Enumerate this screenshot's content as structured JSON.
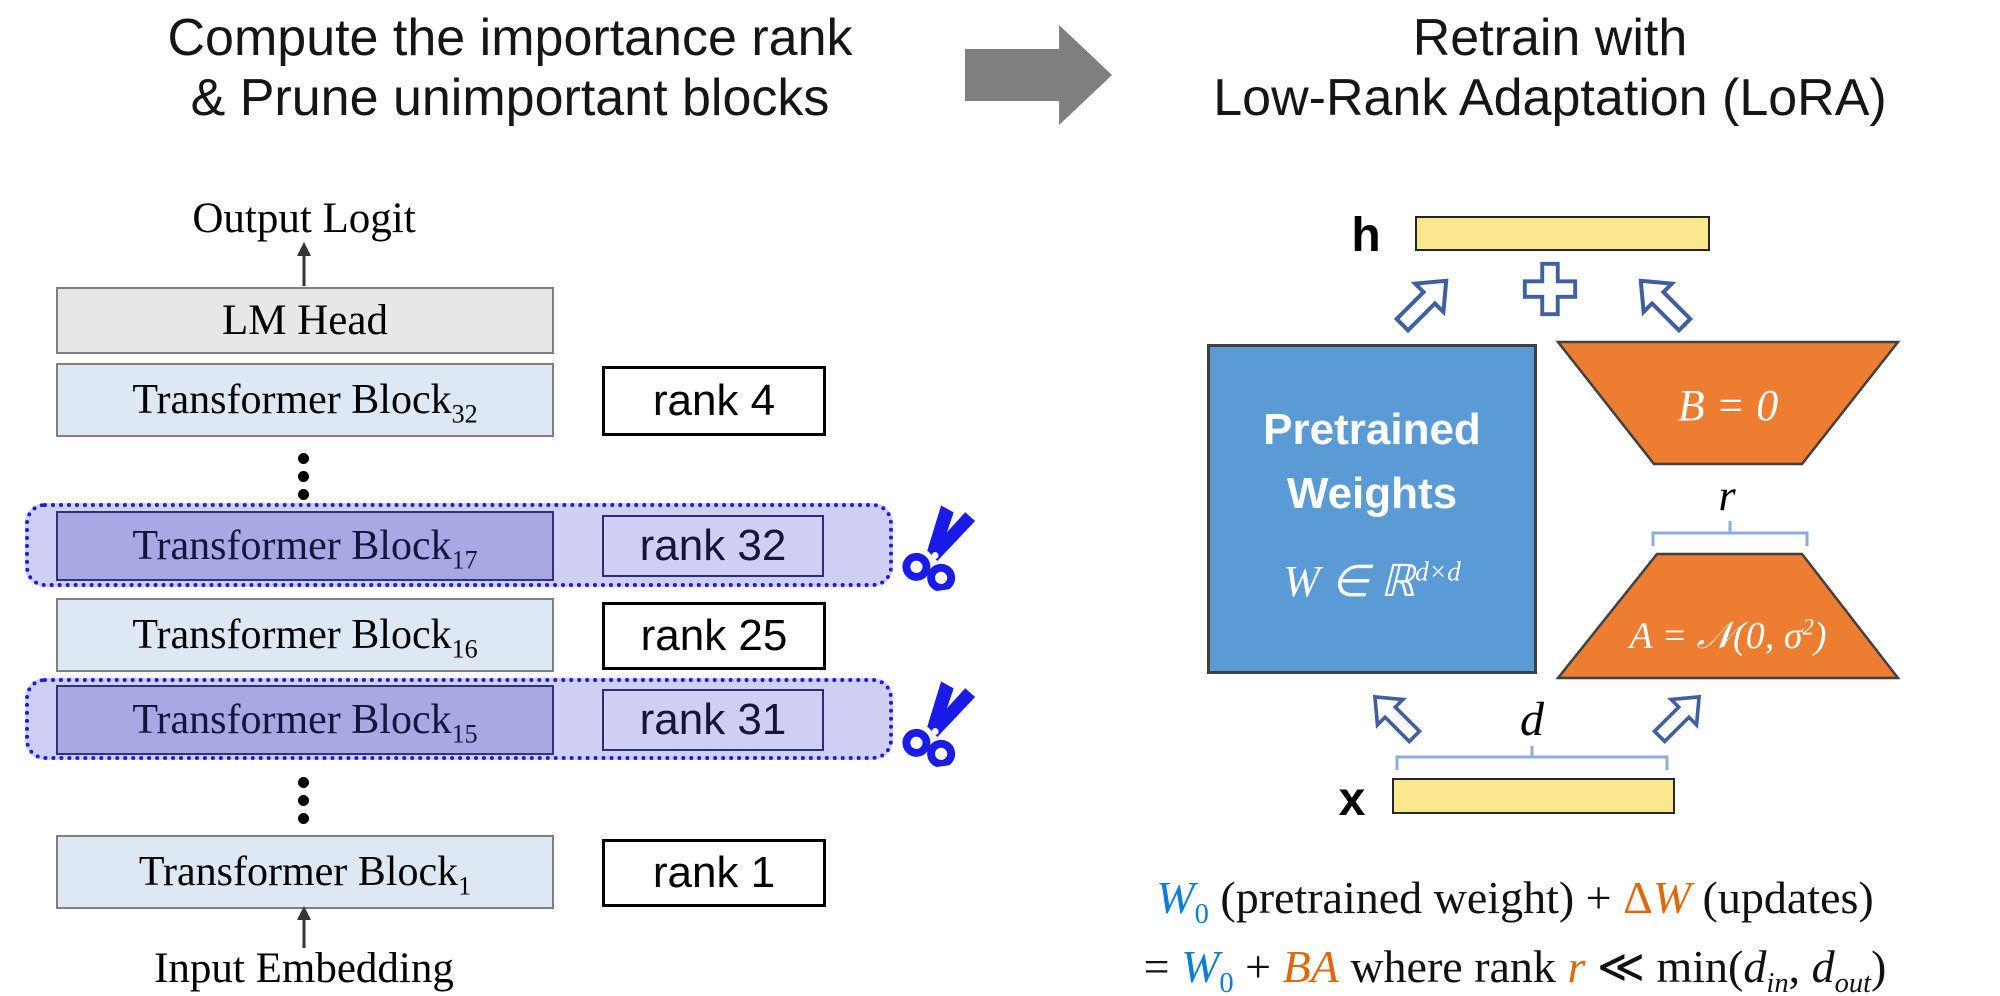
{
  "left_panel": {
    "title": {
      "line1": "Compute the importance rank",
      "line2": "& Prune unimportant blocks"
    },
    "stack": {
      "output_label": "Output Logit",
      "lm_head": "LM Head",
      "rows": [
        {
          "block": "Transformer Block",
          "block_sub": "32",
          "rank": "rank 4",
          "pruned": false
        },
        {
          "block": "Transformer Block",
          "block_sub": "17",
          "rank": "rank 32",
          "pruned": true
        },
        {
          "block": "Transformer Block",
          "block_sub": "16",
          "rank": "rank 25",
          "pruned": false
        },
        {
          "block": "Transformer Block",
          "block_sub": "15",
          "rank": "rank 31",
          "pruned": true
        },
        {
          "block": "Transformer Block",
          "block_sub": "1",
          "rank": "rank 1",
          "pruned": false
        }
      ],
      "input_label": "Input Embedding",
      "scissors_icon": "scissors",
      "ellipsis_icon": "vertical-ellipsis"
    }
  },
  "center_arrow_icon": "right-block-arrow",
  "right_panel": {
    "title": {
      "line1": "Retrain with",
      "line2": "Low-Rank Adaptation (LoRA)"
    },
    "lora": {
      "h_label": "h",
      "x_label": "x",
      "plus_icon": "plus-outline",
      "pretrained": {
        "line1": "Pretrained",
        "line2": "Weights"
      },
      "w_formula": {
        "main": "W ∈ ℝ",
        "sup": "d×d"
      },
      "b_trapezoid_label": "B = 0",
      "a_trapezoid": {
        "pre": "A = ",
        "script_n": "𝒩",
        "mid": "(0, σ",
        "sup": "2",
        "post": ")"
      },
      "r_label": "r",
      "d_label": "d"
    },
    "equation": {
      "line1": {
        "w": "W",
        "w_sub": "0",
        "mid": " (pretrained weight) + ",
        "delta": "Δ",
        "delta_w": "W",
        "end": " (updates)"
      },
      "line2": {
        "eq": "= ",
        "w": "W",
        "w_sub": "0",
        "plus": " + ",
        "ba": "BA",
        "where": " where rank ",
        "r": "r",
        "ll": " ≪ min(",
        "d1": "d",
        "d1_sub": "in",
        "comma": ", ",
        "d2": "d",
        "d2_sub": "out",
        "close": ")"
      }
    }
  },
  "colors": {
    "prune_highlight_blue": "#1b1be8",
    "pruned_block_fill": "#a8a8e4",
    "prune_group_fill": "#cfcff6",
    "block_fill": "#dce8f4",
    "lm_head_fill": "#e7e7e7",
    "pretrained_blue": "#5b9bd5",
    "lora_orange": "#ed7d31",
    "activation_yellow": "#fbe78e",
    "equation_blue": "#0f7ed2",
    "equation_orange": "#e0670b",
    "center_arrow_gray": "#7f7f7f",
    "outline_arrow_stroke": "#3f5f9e",
    "brace_blue": "#8faadc"
  }
}
